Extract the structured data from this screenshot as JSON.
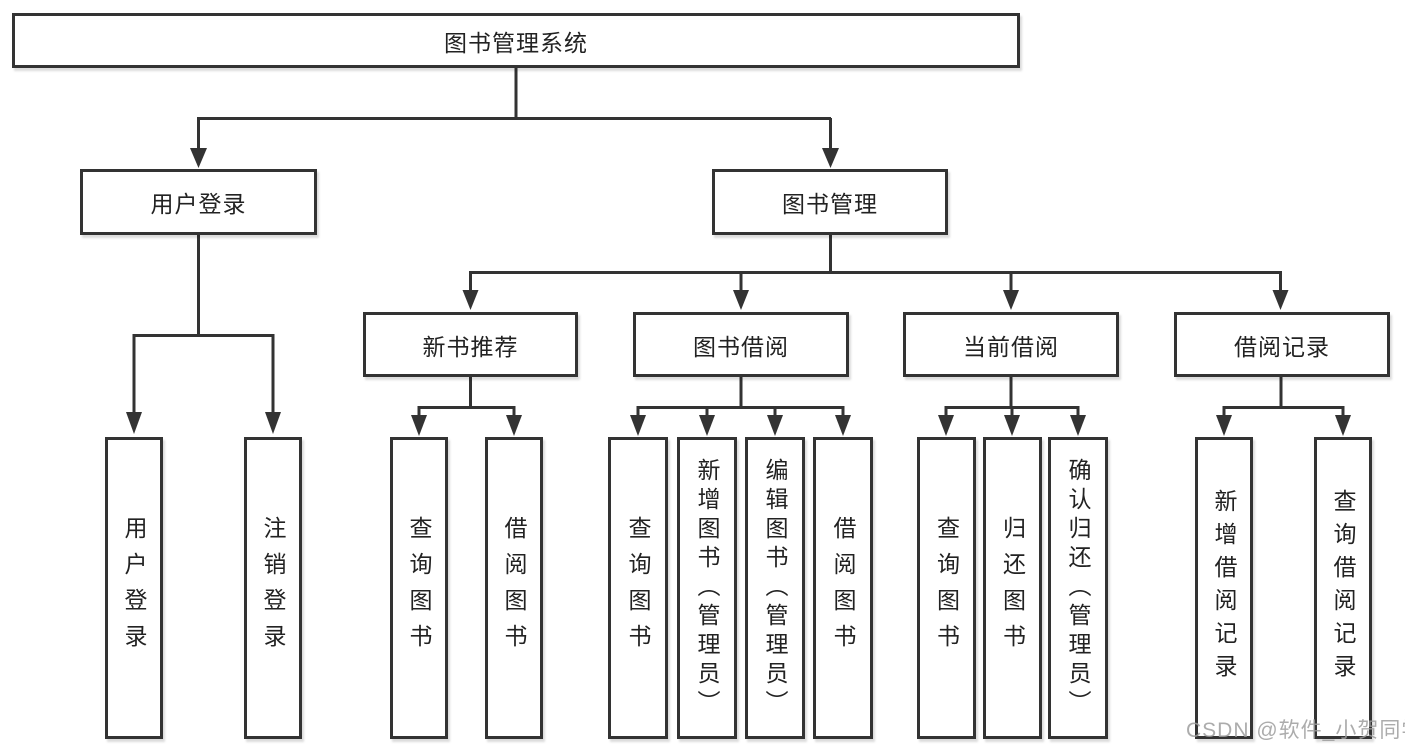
{
  "tree": {
    "root": "图书管理系统",
    "branches": [
      {
        "label": "用户登录",
        "leaves": [
          "用户登录",
          "注销登录"
        ]
      },
      {
        "label": "图书管理",
        "groups": [
          {
            "label": "新书推荐",
            "leaves": [
              "查询图书",
              "借阅图书"
            ]
          },
          {
            "label": "图书借阅",
            "leaves": [
              "查询图书",
              "新增图书（管理员）",
              "编辑图书（管理员）",
              "借阅图书"
            ]
          },
          {
            "label": "当前借阅",
            "leaves": [
              "查询图书",
              "归还图书",
              "确认归还（管理员）"
            ]
          },
          {
            "label": "借阅记录",
            "leaves": [
              "新增借阅记录",
              "查询借阅记录"
            ]
          }
        ]
      }
    ]
  },
  "watermark": "CSDN @软件_小贺同学",
  "colors": {
    "line": "#333333",
    "text": "#222222",
    "box_background": "#ffffff",
    "watermark": "#9e9e9e",
    "background": "#ffffff"
  }
}
